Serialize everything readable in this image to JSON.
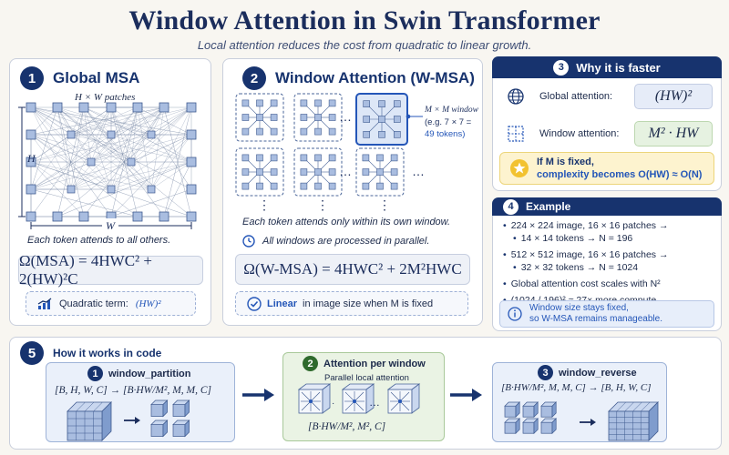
{
  "header": {
    "title": "Window Attention in Swin Transformer",
    "subtitle": "Local attention reduces the cost from quadratic to linear growth."
  },
  "global": {
    "num": "1",
    "title": "Global MSA",
    "patches_label": "H × W patches",
    "h_label": "H",
    "w_label": "W",
    "caption": "Each token attends to all others.",
    "formula": "Ω(MSA) = 4HWC² + 2(HW)²C",
    "note_label": "Quadratic term:",
    "note_math": "(HW)²"
  },
  "window": {
    "num": "2",
    "title": "Window Attention (W-MSA)",
    "callout_1": "M × M window",
    "callout_2": "(e.g. 7 × 7 =",
    "callout_3": "49 tokens)",
    "dots_h": "…",
    "dots_v": "⋮",
    "caption": "Each token attends only within its own window.",
    "parallel": "All windows are processed in parallel.",
    "formula": "Ω(W-MSA) = 4HWC² + 2M²HWC",
    "note_bold": "Linear",
    "note_rest": "in image size when M is fixed"
  },
  "faster": {
    "num": "3",
    "title": "Why it is faster",
    "global_label": "Global attention:",
    "global_value": "(HW)²",
    "window_label": "Window attention:",
    "window_value": "M² · HW",
    "fixed_1": "If M is fixed,",
    "fixed_2": "complexity becomes O(HW) ≈ O(N)"
  },
  "example": {
    "num": "4",
    "title": "Example",
    "items": [
      {
        "line1": "224 × 224 image, 16 × 16 patches →",
        "line2": "14 × 14 tokens → N = 196"
      },
      {
        "line1": "512 × 512 image, 16 × 16 patches →",
        "line2": "32 × 32 tokens → N = 1024"
      },
      {
        "line1": "Global attention cost scales with N²",
        "line2": ""
      },
      {
        "line1": "(1024 / 196)² ≈ 27× more compute",
        "line2": ""
      }
    ],
    "info_1": "Window size stays fixed,",
    "info_2": "so W-MSA remains manageable."
  },
  "code": {
    "num": "5",
    "title": "How it works in code",
    "step1": {
      "num": "1",
      "title": "window_partition",
      "sig": "[B, H, W, C] → [B·HW/M², M, M, C]"
    },
    "step2": {
      "num": "2",
      "title": "Attention per window",
      "sub": "Parallel local attention",
      "sig": "[B·HW/M², M², C]"
    },
    "step3": {
      "num": "3",
      "title": "window_reverse",
      "sig": "[B·HW/M², M, M, C] → [B, H, W, C]"
    }
  },
  "colors": {
    "navy": "#17336e",
    "accent_blue": "#2456b8",
    "green": "#2f6a2d",
    "yellow": "#f2c230"
  }
}
